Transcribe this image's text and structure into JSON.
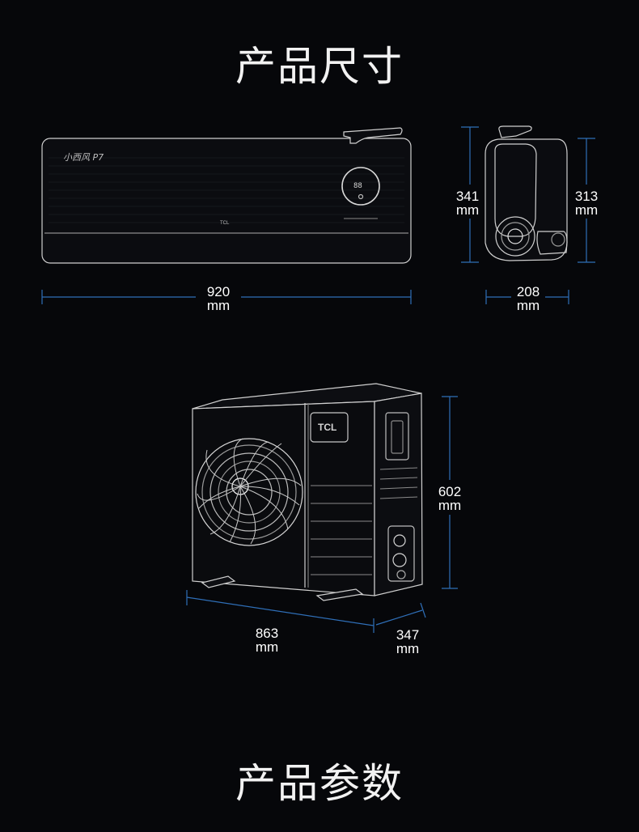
{
  "header": {
    "title": "产品尺寸"
  },
  "indoor_unit": {
    "brand_script": "小西风 P7",
    "logo": "TCL",
    "display_digits": "88",
    "width": {
      "value": "920",
      "unit": "mm"
    },
    "side_height_left": {
      "value": "341",
      "unit": "mm"
    },
    "side_height_right": {
      "value": "313",
      "unit": "mm"
    },
    "side_depth": {
      "value": "208",
      "unit": "mm"
    }
  },
  "outdoor_unit": {
    "logo": "TCL",
    "height": {
      "value": "602",
      "unit": "mm"
    },
    "width": {
      "value": "863",
      "unit": "mm"
    },
    "depth": {
      "value": "347",
      "unit": "mm"
    }
  },
  "footer": {
    "title": "产品参数"
  },
  "colors": {
    "background": "#06070a",
    "dimension_line": "#2f6fb8",
    "outline": "#cfcfcf"
  }
}
